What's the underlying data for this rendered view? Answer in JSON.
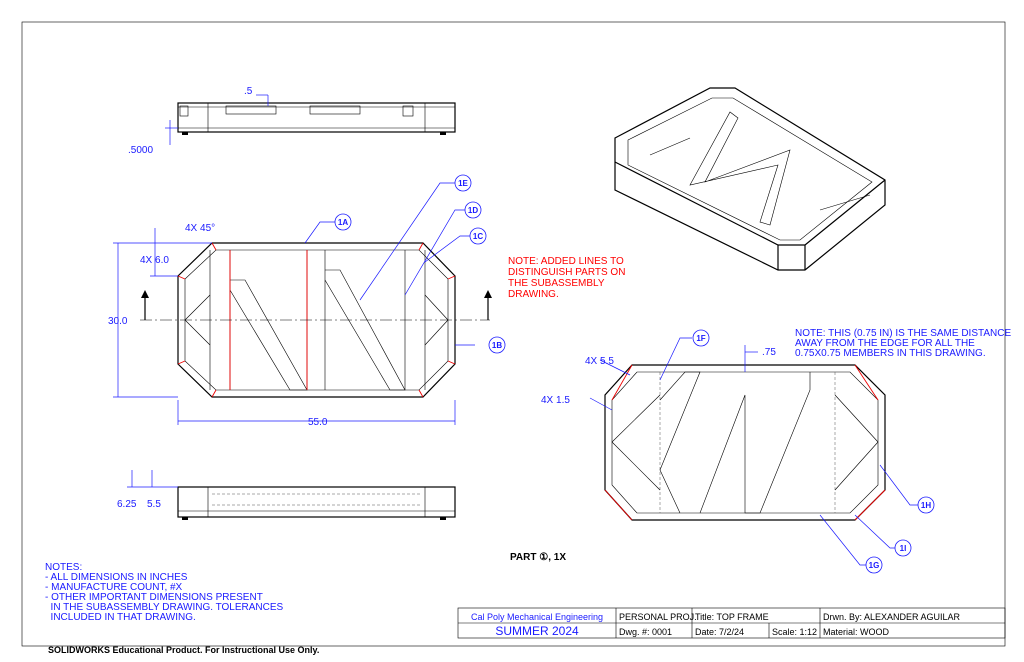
{
  "title_block": {
    "school": "Cal Poly Mechanical Engineering",
    "term": "SUMMER 2024",
    "project": "PERSONAL PROJ.",
    "title": "Title: TOP FRAME",
    "drawn_by": "Drwn. By: ALEXANDER AGUILAR",
    "dwg_no": "Dwg. #: 0001",
    "date": "Date: 7/2/24",
    "scale": "Scale: 1:12",
    "material": "Material: WOOD"
  },
  "notes": [
    "NOTES:",
    "- ALL DIMENSIONS IN INCHES",
    "- MANUFACTURE COUNT, #X",
    "- OTHER IMPORTANT DIMENSIONS PRESENT",
    "  IN THE SUBASSEMBLY DRAWING. TOLERANCES",
    "  INCLUDED IN THAT DRAWING."
  ],
  "red_note": [
    "NOTE: ADDED LINES TO",
    "DISTINGUISH PARTS ON",
    "THE SUBASSEMBLY",
    "DRAWING."
  ],
  "blue_note": [
    "NOTE: THIS (0.75 IN) IS THE SAME DISTANCE",
    "AWAY FROM THE EDGE FOR ALL THE",
    "0.75X0.75 MEMBERS IN THIS DRAWING."
  ],
  "dimensions": {
    "top_5": ".5",
    "top_5000": ".5000",
    "chamfer": "4X 45°",
    "chamfer_len": "4X 6.0",
    "height": "30.0",
    "width": "55.0",
    "h1": "6.25",
    "h2": "5.5",
    "d55": "4X 5.5",
    "d15": "4X 1.5",
    "d075": ".75"
  },
  "balloons": {
    "a": "1A",
    "b": "1B",
    "c": "1C",
    "d": "1D",
    "e": "1E",
    "f": "1F",
    "g": "1G",
    "h": "1H",
    "i": "1I"
  },
  "part_label": "PART ①, 1X",
  "footer": "SOLIDWORKS Educational Product. For Instructional Use Only."
}
